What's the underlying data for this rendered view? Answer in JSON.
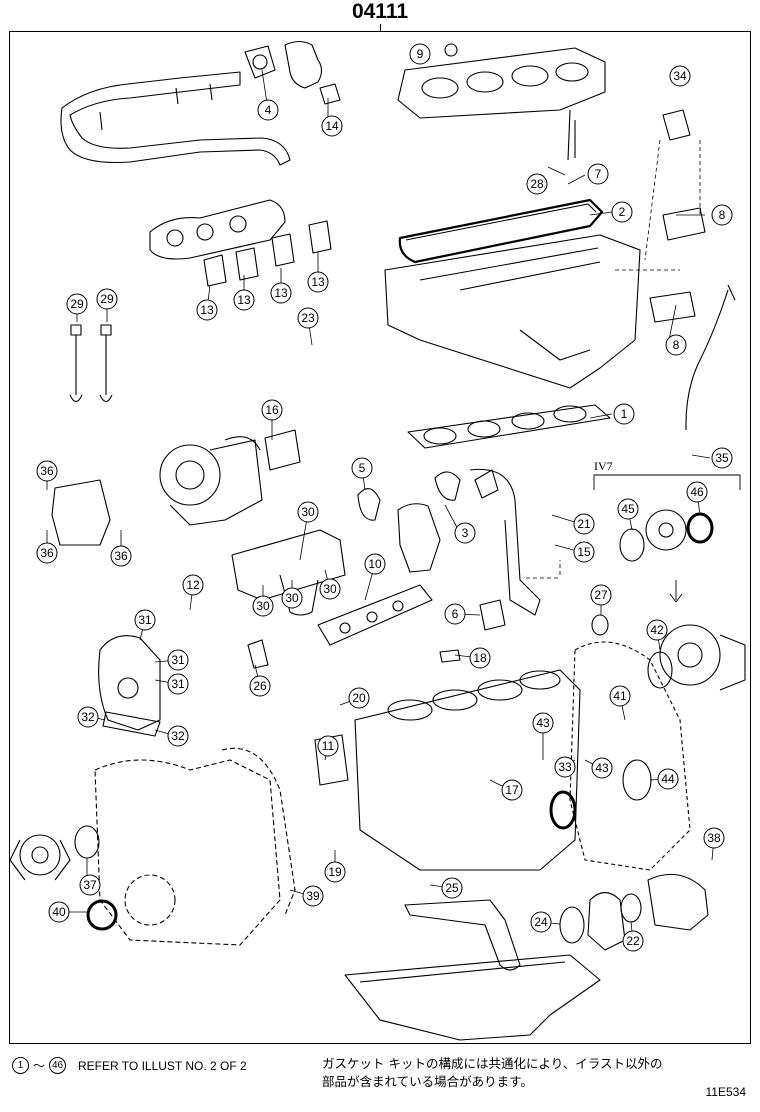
{
  "header": {
    "title": "04111"
  },
  "options": {
    "iv7_label": "IV7"
  },
  "callouts": [
    {
      "id": "c9",
      "n": "9"
    },
    {
      "id": "c4",
      "n": "4"
    },
    {
      "id": "c14",
      "n": "14"
    },
    {
      "id": "c34",
      "n": "34"
    },
    {
      "id": "c7",
      "n": "7"
    },
    {
      "id": "c28",
      "n": "28"
    },
    {
      "id": "c2",
      "n": "2"
    },
    {
      "id": "c8a",
      "n": "8"
    },
    {
      "id": "c8b",
      "n": "8"
    },
    {
      "id": "c13a",
      "n": "13"
    },
    {
      "id": "c13b",
      "n": "13"
    },
    {
      "id": "c13c",
      "n": "13"
    },
    {
      "id": "c13d",
      "n": "13"
    },
    {
      "id": "c29a",
      "n": "29"
    },
    {
      "id": "c29b",
      "n": "29"
    },
    {
      "id": "c23",
      "n": "23"
    },
    {
      "id": "c1",
      "n": "1"
    },
    {
      "id": "c35",
      "n": "35"
    },
    {
      "id": "c16",
      "n": "16"
    },
    {
      "id": "c5",
      "n": "5"
    },
    {
      "id": "c3",
      "n": "3"
    },
    {
      "id": "c36a",
      "n": "36"
    },
    {
      "id": "c36b",
      "n": "36"
    },
    {
      "id": "c36c",
      "n": "36"
    },
    {
      "id": "c30a",
      "n": "30"
    },
    {
      "id": "c30b",
      "n": "30"
    },
    {
      "id": "c30c",
      "n": "30"
    },
    {
      "id": "c30d",
      "n": "30"
    },
    {
      "id": "c10",
      "n": "10"
    },
    {
      "id": "c21",
      "n": "21"
    },
    {
      "id": "c15",
      "n": "15"
    },
    {
      "id": "c45",
      "n": "45"
    },
    {
      "id": "c46",
      "n": "46"
    },
    {
      "id": "c12",
      "n": "12"
    },
    {
      "id": "c6",
      "n": "6"
    },
    {
      "id": "c27",
      "n": "27"
    },
    {
      "id": "c42",
      "n": "42"
    },
    {
      "id": "c31a",
      "n": "31"
    },
    {
      "id": "c31b",
      "n": "31"
    },
    {
      "id": "c31c",
      "n": "31"
    },
    {
      "id": "c26",
      "n": "26"
    },
    {
      "id": "c18",
      "n": "18"
    },
    {
      "id": "c20",
      "n": "20"
    },
    {
      "id": "c41",
      "n": "41"
    },
    {
      "id": "c32a",
      "n": "32"
    },
    {
      "id": "c32b",
      "n": "32"
    },
    {
      "id": "c43a",
      "n": "43"
    },
    {
      "id": "c43b",
      "n": "43"
    },
    {
      "id": "c11",
      "n": "11"
    },
    {
      "id": "c33",
      "n": "33"
    },
    {
      "id": "c44",
      "n": "44"
    },
    {
      "id": "c17",
      "n": "17"
    },
    {
      "id": "c38",
      "n": "38"
    },
    {
      "id": "c19",
      "n": "19"
    },
    {
      "id": "c37",
      "n": "37"
    },
    {
      "id": "c25",
      "n": "25"
    },
    {
      "id": "c39",
      "n": "39"
    },
    {
      "id": "c40",
      "n": "40"
    },
    {
      "id": "c24",
      "n": "24"
    },
    {
      "id": "c22",
      "n": "22"
    }
  ],
  "footer": {
    "range_start": "1",
    "range_sep": "～",
    "range_end": "46",
    "ref_text": "REFER TO ILLUST NO. 2 OF 2",
    "jp_line1": "ガスケット キットの構成には共通化により、イラスト以外の",
    "jp_line2": "部品が含まれている場合があります。",
    "code": "11E534"
  }
}
